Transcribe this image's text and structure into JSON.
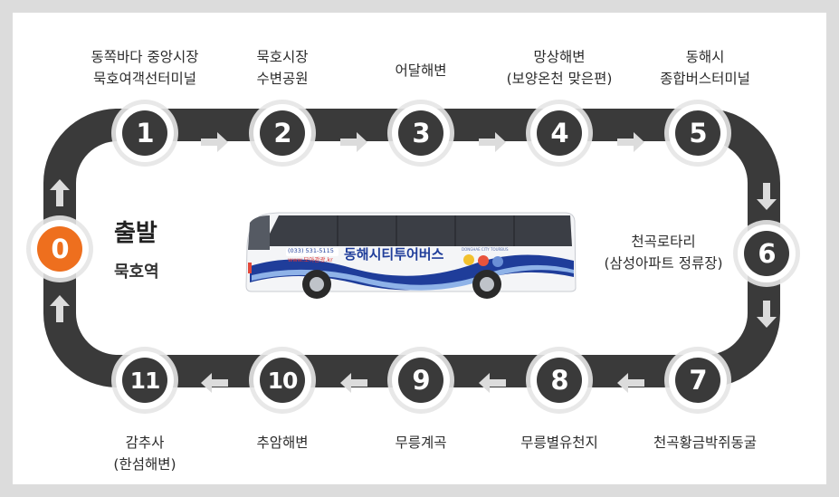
{
  "start": {
    "number": "0",
    "title": "출발",
    "station": "묵호역"
  },
  "stops": [
    {
      "number": "1",
      "label_lines": [
        "동쪽바다 중앙시장",
        "묵호여객선터미널"
      ]
    },
    {
      "number": "2",
      "label_lines": [
        "묵호시장",
        "수변공원"
      ]
    },
    {
      "number": "3",
      "label_lines": [
        "어달해변"
      ]
    },
    {
      "number": "4",
      "label_lines": [
        "망상해변",
        "(보양온천 맞은편)"
      ]
    },
    {
      "number": "5",
      "label_lines": [
        "동해시",
        "종합버스터미널"
      ]
    },
    {
      "number": "6",
      "label_lines": [
        "천곡로타리",
        "(삼성아파트 정류장)"
      ]
    },
    {
      "number": "7",
      "label_lines": [
        "천곡황금박쥐동굴"
      ]
    },
    {
      "number": "8",
      "label_lines": [
        "무릉별유천지"
      ]
    },
    {
      "number": "9",
      "label_lines": [
        "무릉계곡"
      ]
    },
    {
      "number": "10",
      "label_lines": [
        "추암해변"
      ]
    },
    {
      "number": "11",
      "label_lines": [
        "감추사",
        "(한섬해변)"
      ]
    }
  ],
  "bus": {
    "phone": "(033) 531-5115",
    "url": "www.모아관광.kr",
    "name": "동해시티투어버스",
    "sub": "DONGHAE CITY TOURBUS"
  },
  "colors": {
    "track": "#3a3a3a",
    "start": "#ee6f1e",
    "arrow": "#dcdcdc",
    "bus_blue": "#1f3d9a"
  }
}
